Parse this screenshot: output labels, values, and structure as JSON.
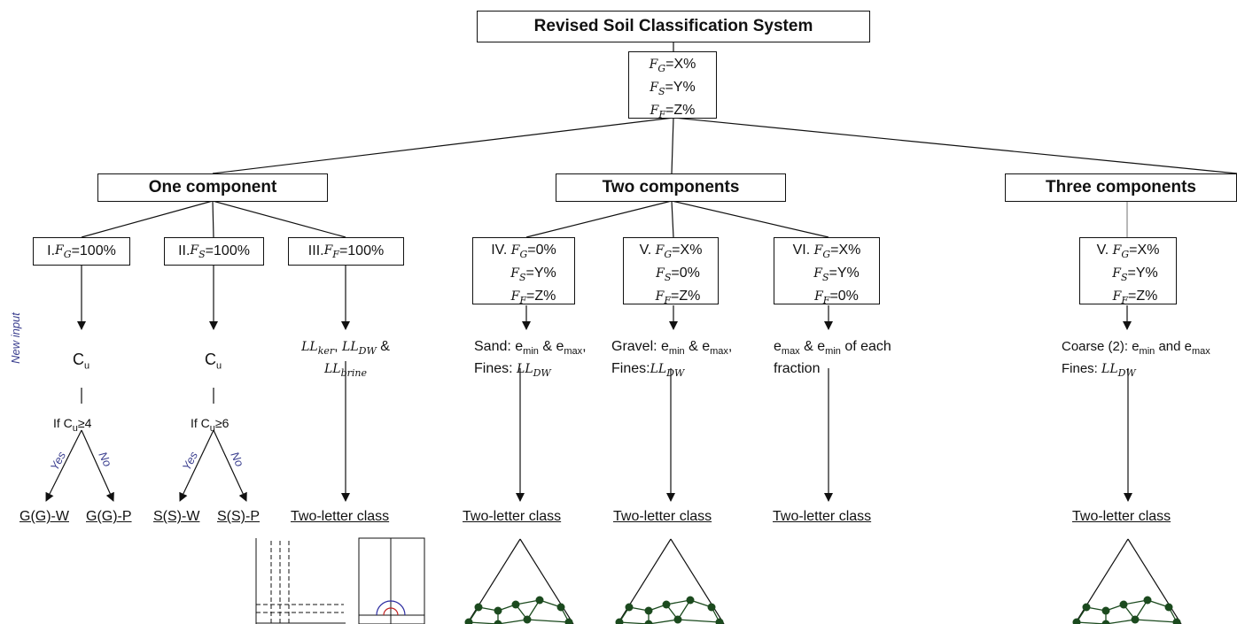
{
  "title": "Revised Soil Classification System",
  "top_fractions": [
    "=X%",
    "=Y%",
    "=Z%"
  ],
  "fraction_symbols": {
    "gravel": "F",
    "gravel_sub": "G",
    "sand": "F",
    "sand_sub": "S",
    "fines": "F",
    "fines_sub": "F"
  },
  "categories": {
    "one": "One component",
    "two": "Two components",
    "three": "Three components"
  },
  "cases": {
    "i": {
      "prefix": "I. ",
      "value": "=100%"
    },
    "ii": {
      "prefix": "II. ",
      "value": "=100%"
    },
    "iii": {
      "prefix": "III. ",
      "value": "=100%"
    },
    "iv": {
      "prefix": "IV. ",
      "values": [
        "=0%",
        "=Y%",
        "=Z%"
      ]
    },
    "v": {
      "prefix": "V. ",
      "values": [
        "=X%",
        "=0%",
        "=Z%"
      ]
    },
    "vi": {
      "prefix": "VI. ",
      "values": [
        "=X%",
        "=Y%",
        "=0%"
      ]
    },
    "v3": {
      "prefix": "V. ",
      "values": [
        "=X%",
        "=Y%",
        "=Z%"
      ]
    }
  },
  "new_input_label": "New input",
  "cu": {
    "symbol": "C",
    "sub": "u"
  },
  "cond_gravel": {
    "prefix": "If C",
    "sub": "u",
    "suffix": "≥4"
  },
  "cond_sand": {
    "prefix": "If C",
    "sub": "u",
    "suffix": "≥6"
  },
  "yes": "Yes",
  "no": "No",
  "results": {
    "gw": "G(G)-W",
    "gp": "G(G)-P",
    "sw": "S(S)-W",
    "sp": "S(S)-P",
    "two_letter": "Two-letter class"
  },
  "inputs": {
    "fines_ll": {
      "a": "LL",
      "a_sub": "ker",
      "sep1": ", ",
      "b": "LL",
      "b_sub": "DW",
      "amp": " &",
      "c": "LL",
      "c_sub": "brine"
    },
    "iv": {
      "line1": "Sand: e",
      "min": "min",
      "and": " & e",
      "max": "max",
      "comma": ",",
      "line2": "Fines: ",
      "ll": "LL",
      "ll_sub": "DW"
    },
    "v": {
      "line1": "Gravel: e",
      "min": "min",
      "and": " & e",
      "max": "max",
      "comma": ",",
      "line2": "Fines:",
      "ll": "LL",
      "ll_sub": "DW"
    },
    "vi": {
      "line1a": "e",
      "max": "max",
      "mid": " & e",
      "min": "min",
      "line1b": " of each",
      "line2": "fraction"
    },
    "v3": {
      "line1": "Coarse (2): e",
      "min": "min",
      "and": " and e",
      "max": "max",
      "line2": "Fines: ",
      "ll": "LL",
      "ll_sub": "DW"
    }
  },
  "colors": {
    "line": "#111111",
    "node": "#1b4a1e",
    "blue_arc": "#2a2aa0",
    "red_arc": "#c02020",
    "label_blue": "#3b3f8f"
  }
}
